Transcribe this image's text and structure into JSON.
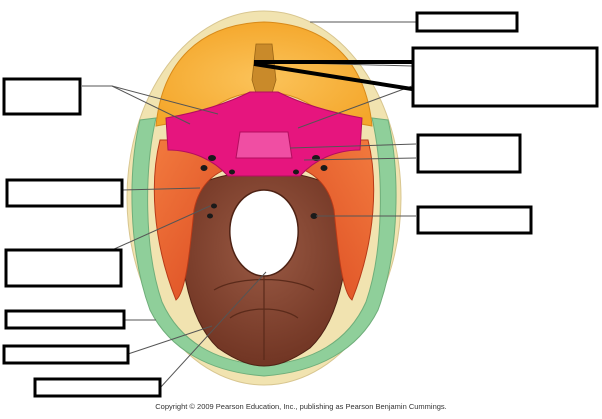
{
  "figure": {
    "credit": "Copyright © 2009 Pearson Education, Inc., publishing as Pearson Benjamin Cummings."
  },
  "label_boxes": [
    {
      "id": "box-top-right",
      "value": ""
    },
    {
      "id": "box-upper-right-large",
      "value": ""
    },
    {
      "id": "box-upper-left",
      "value": ""
    },
    {
      "id": "box-mid-right",
      "value": ""
    },
    {
      "id": "box-mid-left",
      "value": ""
    },
    {
      "id": "box-lower-right",
      "value": ""
    },
    {
      "id": "box-lower-left",
      "value": ""
    },
    {
      "id": "box-bottom-left-1",
      "value": ""
    },
    {
      "id": "box-bottom-left-2",
      "value": ""
    },
    {
      "id": "box-bottom-left-3",
      "value": ""
    }
  ],
  "colors": {
    "frontal": "#f4a62a",
    "frontal_light": "#fbc35a",
    "sphenoid": "#e6157e",
    "sphenoid_light": "#f04ea3",
    "temporal": "#e8522a",
    "temporal_light": "#f27a3e",
    "occipital": "#7a3b26",
    "occipital_light": "#9a5a44",
    "parietal_rim": "#8fcf9a",
    "bone_rim": "#f1e3b0",
    "leader": "#555555",
    "box_border": "#000000"
  }
}
